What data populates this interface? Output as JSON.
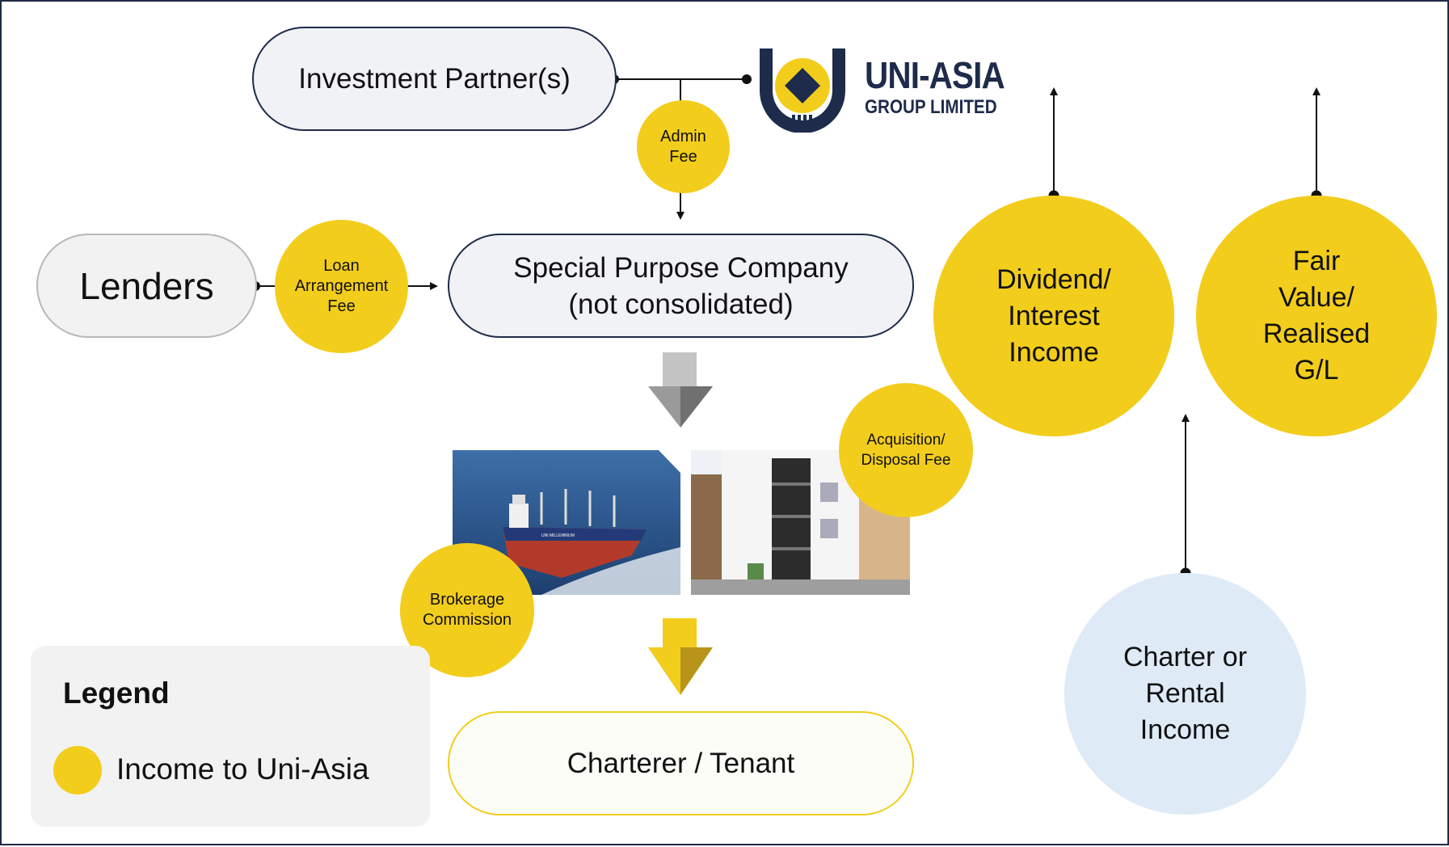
{
  "brand": {
    "name": "UNI-ASIA",
    "subtitle": "GROUP LIMITED",
    "colors": {
      "navy": "#1e2b4a",
      "gold": "#f2cd1c"
    }
  },
  "nodes": {
    "investment_partners": "Investment Partner(s)",
    "lenders": "Lenders",
    "spc_line1": "Special Purpose Company",
    "spc_line2": "(not consolidated)",
    "charterer": "Charterer / Tenant"
  },
  "fees": {
    "admin": "Admin\nFee",
    "loan": "Loan\nArrangement\nFee",
    "acquisition": "Acquisition/\nDisposal Fee",
    "brokerage": "Brokerage\nCommission"
  },
  "income": {
    "dividend": "Dividend/\nInterest\nIncome",
    "fair_value": "Fair\nValue/\nRealised\nG/L",
    "charter": "Charter or\nRental\nIncome"
  },
  "legend": {
    "title": "Legend",
    "item": "Income to Uni-Asia",
    "item_color": "#f2cd1c"
  },
  "assets": {
    "ship_label": "UNI MILLENNIUM",
    "icons": [
      "ship-photo",
      "apartment-building-photo",
      "down-arrow-icon",
      "uni-asia-logo-icon"
    ]
  }
}
